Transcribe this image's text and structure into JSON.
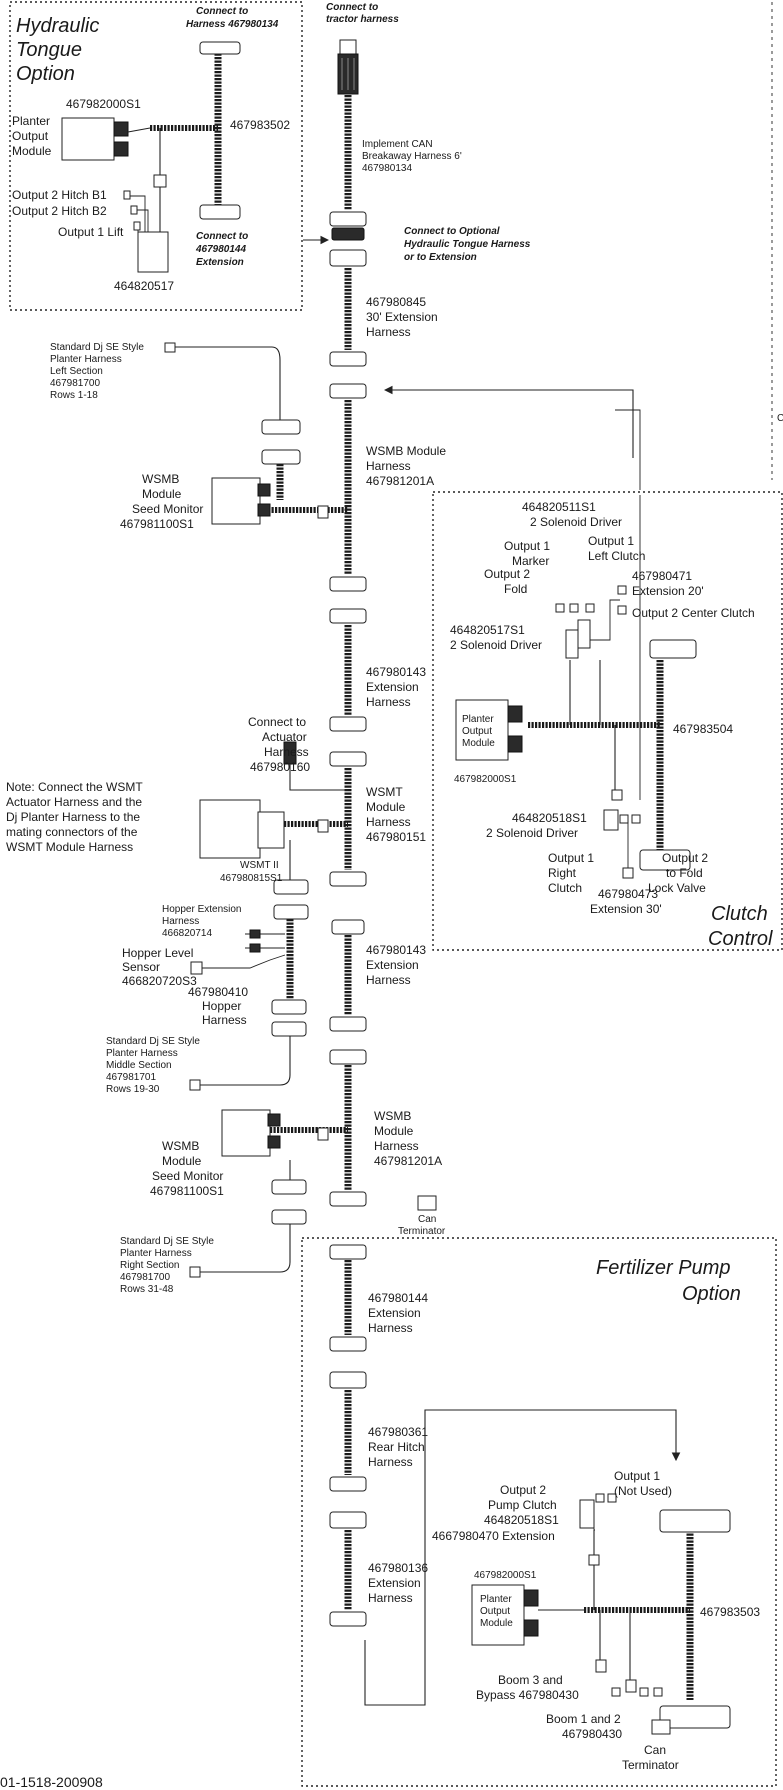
{
  "tractor_connect": [
    "Connect to",
    "tractor harness"
  ],
  "hydraulic": {
    "title": [
      "Hydraulic",
      "Tongue",
      "Option"
    ],
    "connect_to": [
      "Connect to",
      "Harness 467980134"
    ],
    "module_part": "467982000S1",
    "module_label": [
      "Planter",
      "Output",
      "Module"
    ],
    "harness": "467983502",
    "outputs": [
      "Output 2 Hitch B1",
      "Output 2 Hitch B2",
      "Output 1 Lift"
    ],
    "connect_ext": [
      "Connect to",
      "467980144",
      "Extension"
    ],
    "driver": "464820517"
  },
  "can_breakaway": [
    "Implement CAN",
    "Breakaway Harness 6'",
    "467980134"
  ],
  "optional_connect": [
    "Connect to Optional",
    "Hydraulic Tongue Harness",
    "or to Extension"
  ],
  "ext30": [
    "467980845",
    "30' Extension",
    "Harness"
  ],
  "planter_left": [
    "Standard Dj SE Style",
    "Planter Harness",
    "Left Section",
    "467981700",
    "Rows 1-18"
  ],
  "wsmb_harness_1": [
    "WSMB Module",
    "Harness",
    "467981201A"
  ],
  "wsmb_monitor_1": [
    "WSMB",
    "Module",
    "Seed Monitor",
    "467981100S1"
  ],
  "clutch": {
    "title": [
      "Clutch",
      "Control"
    ],
    "driver_top": [
      "464820511S1",
      "2 Solenoid Driver"
    ],
    "out1_marker": [
      "Output 1",
      "Marker"
    ],
    "out2_fold": [
      "Output 2",
      "Fold"
    ],
    "out1_left": [
      "Output 1",
      "Left Clutch"
    ],
    "ext20": [
      "467980471",
      "Extension 20'"
    ],
    "out2_center": "Output  2 Center Clutch",
    "driver_left": [
      "464820517S1",
      "2 Solenoid Driver"
    ],
    "module_label": [
      "Planter",
      "Output",
      "Module"
    ],
    "harness": "467983504",
    "module_part": "467982000S1",
    "driver_bottom": [
      "464820518S1",
      "2 Solenoid Driver"
    ],
    "out1_right": [
      "Output 1",
      "Right",
      "Clutch"
    ],
    "out2_lock": [
      "Output 2",
      "to Fold",
      "Lock Valve"
    ],
    "ext30": [
      "467980473",
      "Extension 30'"
    ]
  },
  "ext143_1": [
    "467980143",
    "Extension",
    "Harness"
  ],
  "actuator": [
    "Connect to",
    "Actuator",
    "Harness",
    "467980160"
  ],
  "note": [
    "Note: Connect the WSMT",
    "Actuator Harness and the",
    "Dj Planter Harness to the",
    "mating connectors of the",
    "WSMT Module Harness"
  ],
  "wsmt_harness": [
    "WSMT",
    "Module",
    "Harness",
    "467980151"
  ],
  "wsmt2": [
    "WSMT II",
    "467980815S1"
  ],
  "hopper_ext": [
    "Hopper Extension",
    "Harness",
    "466820714"
  ],
  "hopper_level": [
    "Hopper Level",
    "Sensor",
    "466820720S3"
  ],
  "hopper_harness": [
    "467980410",
    "Hopper",
    "Harness"
  ],
  "ext143_2": [
    "467980143",
    "Extension",
    "Harness"
  ],
  "planter_middle": [
    "Standard Dj SE Style",
    "Planter Harness",
    "Middle Section",
    "467981701",
    "Rows 19-30"
  ],
  "wsmb_harness_2": [
    "WSMB",
    "Module",
    "Harness",
    "467981201A"
  ],
  "wsmb_monitor_2": [
    "WSMB",
    "Module",
    "Seed Monitor",
    "467981100S1"
  ],
  "can_term_mid": [
    "Can",
    "Terminator"
  ],
  "planter_right": [
    "Standard Dj SE Style",
    "Planter Harness",
    "Right Section",
    "467981700",
    "Rows 31-48"
  ],
  "fertilizer": {
    "title": [
      "Fertilizer Pump",
      "Option"
    ],
    "out2_pump": [
      "Output 2",
      "Pump Clutch",
      "464820518S1"
    ],
    "ext470": "4667980470 Extension",
    "out1_unused": [
      "Output 1",
      "(Not Used)"
    ],
    "module_part": "467982000S1",
    "module_label": [
      "Planter",
      "Output",
      "Module"
    ],
    "harness": "467983503",
    "boom3": [
      "Boom 3 and",
      "Bypass 467980430"
    ],
    "boom12": [
      "Boom 1 and 2",
      "467980430"
    ],
    "can_term": [
      "Can",
      "Terminator"
    ]
  },
  "ext144": [
    "467980144",
    "Extension",
    "Harness"
  ],
  "rear_hitch": [
    "467980361",
    "Rear Hitch",
    "Harness"
  ],
  "ext136": [
    "467980136",
    "Extension",
    "Harness"
  ],
  "doc_number": "01-1518-200908",
  "edge_letter": "C"
}
